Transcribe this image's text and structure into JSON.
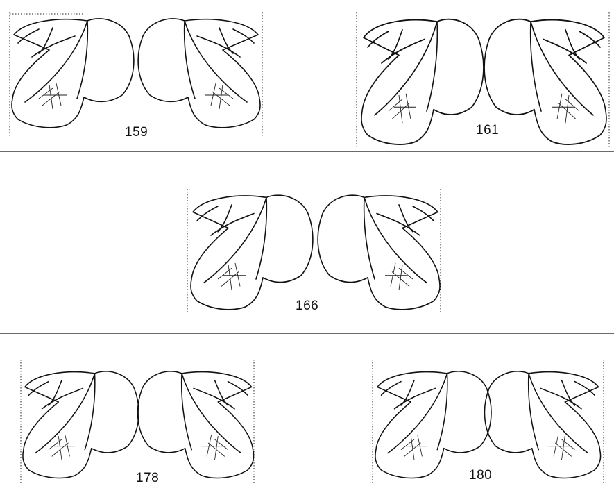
{
  "figures": [
    {
      "id": "fig-159",
      "label": "159"
    },
    {
      "id": "fig-161",
      "label": "161"
    },
    {
      "id": "fig-166",
      "label": "166"
    },
    {
      "id": "fig-178",
      "label": "178"
    },
    {
      "id": "fig-180",
      "label": "180"
    }
  ]
}
